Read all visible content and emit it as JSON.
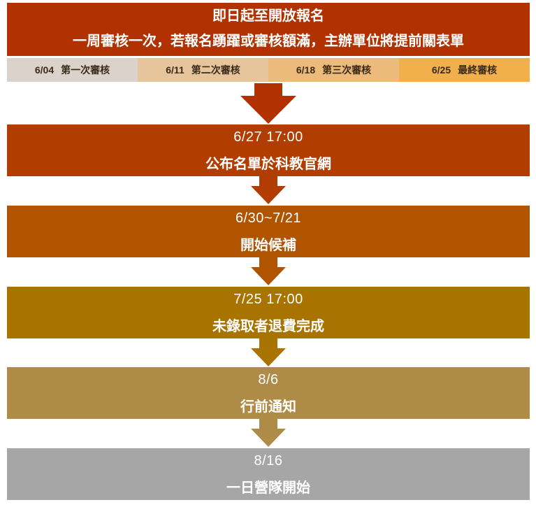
{
  "header": {
    "line1": "即日起至開放報名",
    "line2": "一周審核一次，若報名踴躍或審核額滿，主辦單位將提前關表單"
  },
  "reviews": [
    {
      "date": "6/04",
      "label": "第一次審核",
      "color": "#dcd2cc"
    },
    {
      "date": "6/11",
      "label": "第二次審核",
      "color": "#e6c59c"
    },
    {
      "date": "6/18",
      "label": "第三次審核",
      "color": "#ecba7a"
    },
    {
      "date": "6/25",
      "label": "最終審核",
      "color": "#f1b04c"
    }
  ],
  "milestones": [
    {
      "time": "6/27 17:00",
      "title": "公布名單於科教官網",
      "color": "#b13e00"
    },
    {
      "time": "6/30~7/21",
      "title": "開始候補",
      "color": "#b05400"
    },
    {
      "time": "7/25 17:00",
      "title": "未錄取者退費完成",
      "color": "#a97300"
    },
    {
      "time": "8/6",
      "title": "行前通知",
      "color": "#ae8c48"
    },
    {
      "time": "8/16",
      "title": "一日營隊開始",
      "color": "#a6a6a6"
    }
  ],
  "arrow_colors": [
    "#b13200",
    "#b13e00",
    "#b05400",
    "#a97300",
    "#ae8c48"
  ]
}
